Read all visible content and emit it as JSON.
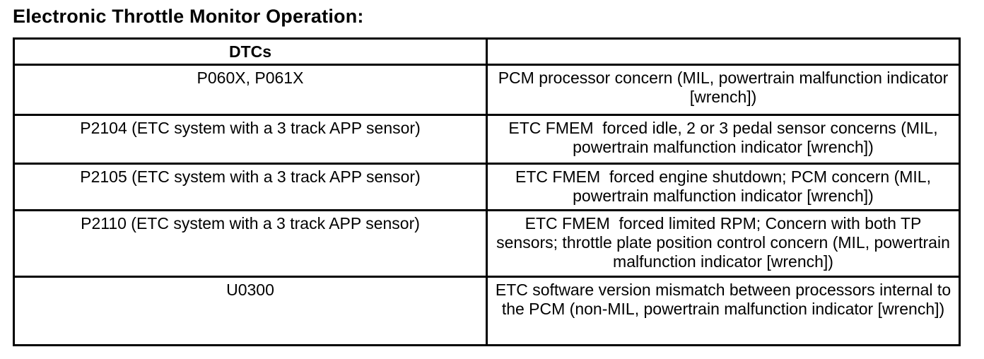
{
  "page": {
    "title": "Electronic Throttle Monitor Operation:"
  },
  "table": {
    "header": {
      "dtc_label": "DTCs",
      "description_label": ""
    },
    "rows": [
      {
        "dtc": "P060X, P061X",
        "description": "PCM processor concern (MIL, powertrain malfunction indicator [wrench])"
      },
      {
        "dtc": "P2104 (ETC system with a 3 track APP sensor)",
        "description": "ETC FMEM  forced idle, 2 or 3 pedal sensor concerns (MIL, powertrain malfunction indicator [wrench])"
      },
      {
        "dtc": "P2105 (ETC system with a 3 track APP sensor)",
        "description": "ETC FMEM  forced engine shutdown; PCM concern (MIL, powertrain malfunction indicator [wrench])"
      },
      {
        "dtc": "P2110 (ETC system with a 3 track APP sensor)",
        "description": "ETC FMEM  forced limited RPM; Concern with both TP sensors; throttle plate position control concern (MIL, powertrain malfunction indicator [wrench])"
      },
      {
        "dtc": "U0300",
        "description": "ETC software version mismatch between processors internal to the PCM (non-MIL, powertrain malfunction indicator [wrench])"
      }
    ]
  },
  "colors": {
    "text": "#000000",
    "background": "#ffffff",
    "border": "#000000"
  }
}
